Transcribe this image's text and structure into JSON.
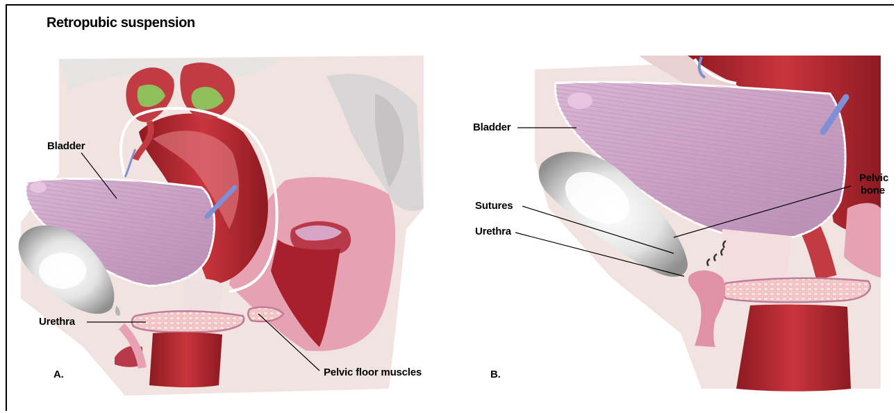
{
  "title": "Retropubic suspension",
  "panel_a": {
    "panel_label": "A.",
    "labels": {
      "bladder": "Bladder",
      "urethra": "Urethra",
      "pelvic_floor_muscles": "Pelvic floor muscles"
    }
  },
  "panel_b": {
    "panel_label": "B.",
    "labels": {
      "bladder": "Bladder",
      "sutures": "Sutures",
      "urethra": "Urethra",
      "pelvic_bone_line1": "Pelvic",
      "pelvic_bone_line2": "bone"
    }
  },
  "colors": {
    "bladder": "#c9a1c4",
    "muscle_red": "#b8262f",
    "tissue_pink": "#e7a9b8",
    "bone_gray": "#bdbdbd",
    "catheter_blue": "#7f8fd6"
  }
}
